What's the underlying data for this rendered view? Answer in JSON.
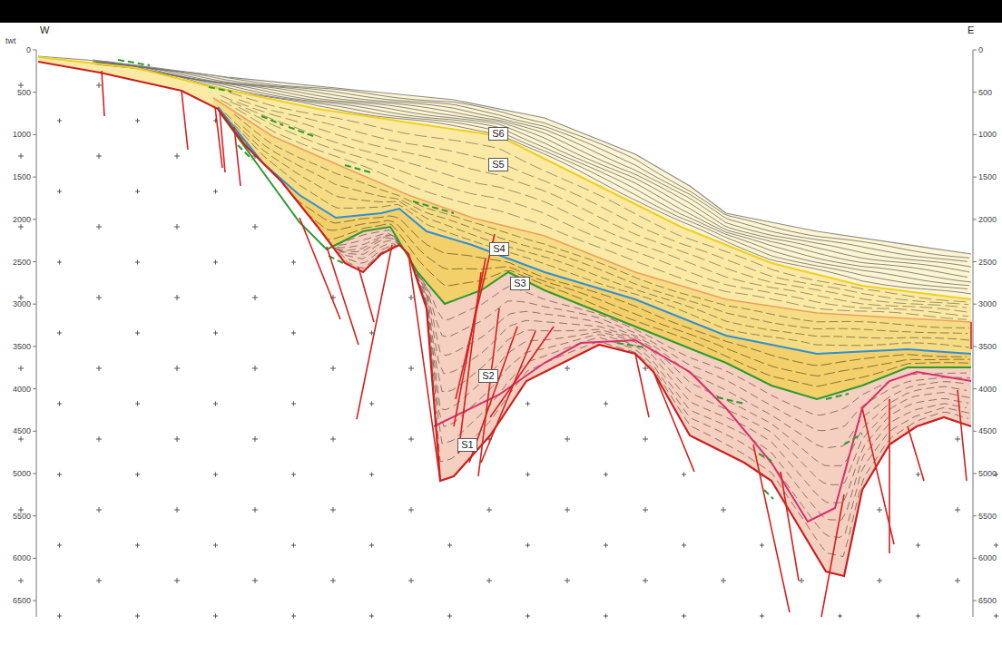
{
  "diagram": {
    "nodes": [
      {
        "text": [
          "S6"
        ]
      },
      {
        "text": [
          "S5"
        ]
      },
      {
        "text": [
          "S4"
        ]
      },
      {
        "text": [
          "S3"
        ]
      },
      {
        "text": [
          "S2"
        ]
      },
      {
        "text": [
          "S1"
        ]
      }
    ],
    "labels": [
      "W",
      "E",
      "twt",
      "0",
      "500",
      "1000",
      "1500",
      "2000",
      "2500",
      "3000",
      "3500",
      "4000",
      "4500",
      "5000",
      "5500",
      "6000",
      "6500",
      "0",
      "500",
      "1000",
      "1500",
      "2000",
      "2500",
      "3000",
      "3500",
      "4000",
      "4500",
      "5000",
      "5500",
      "6000",
      "6500"
    ]
  }
}
